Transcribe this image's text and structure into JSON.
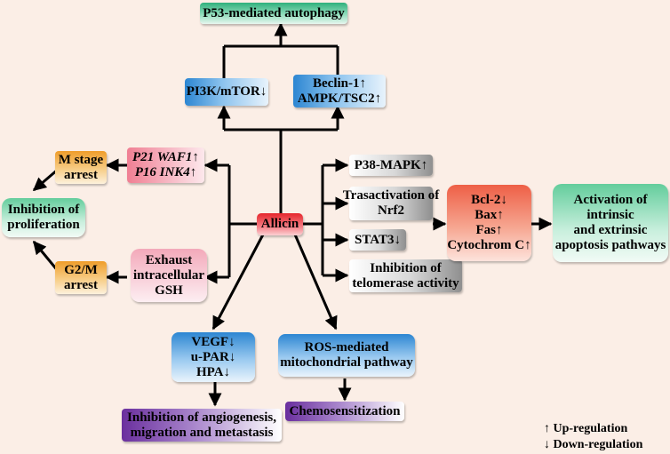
{
  "nodes": {
    "p53": "P53-mediated autophagy",
    "pi3k": "PI3K/mTOR↓",
    "beclin_lines": [
      "Beclin-1↑",
      "AMPK/TSC2↑"
    ],
    "p21_lines": [
      "P21 WAF1↑",
      "P16 INK4↑"
    ],
    "m_stage_lines": [
      "M stage",
      "arrest"
    ],
    "inhibition_prolif_lines": [
      "Inhibition of",
      "proliferation"
    ],
    "g2m_lines": [
      "G2/M",
      "arrest"
    ],
    "exhaust_lines": [
      "Exhaust",
      "intracellular",
      "GSH"
    ],
    "allicin": "Allicin",
    "p38": "P38-MAPK↑",
    "nrf2_lines": [
      "Trasactivation of",
      "Nrf2"
    ],
    "stat3": "STAT3↓",
    "telomerase_lines": [
      "Inhibition of",
      "telomerase activity"
    ],
    "bcl_lines": [
      "Bcl-2↓",
      "Bax↑",
      "Fas↑",
      "Cytochrom C↑"
    ],
    "activation_lines": [
      "Activation of",
      "intrinsic",
      "and extrinsic",
      "apoptosis pathways"
    ],
    "vegf_lines": [
      "VEGF↓",
      "u-PAR↓",
      "HPA↓"
    ],
    "angio_lines": [
      "Inhibition of angiogenesis,",
      "migration and metastasis"
    ],
    "ros_lines": [
      "ROS-mediated",
      "mitochondrial pathway"
    ],
    "chemo": "Chemosensitization"
  },
  "legend": {
    "up": "↑ Up-regulation",
    "down": "↓ Down-regulation"
  },
  "colors": {
    "green": "#2fb07c",
    "blue": "#2c86d2",
    "orange": "#ef9d2a",
    "pink": "#f07f93",
    "gray": "#8f8f8f",
    "salmon": "#ee5f46",
    "purple": "#6a2f9e",
    "red": "#e5262c",
    "background": "#fbeee6"
  }
}
